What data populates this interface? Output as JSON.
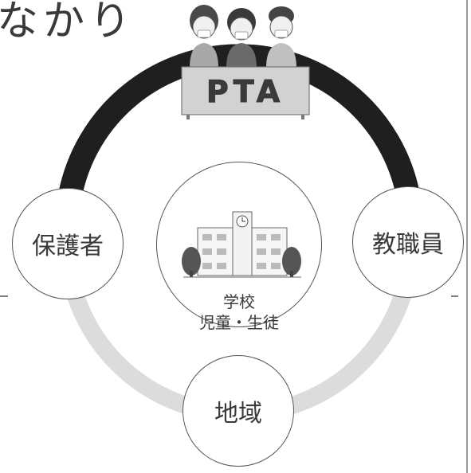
{
  "heading": "なかり",
  "banner": {
    "text": "PTA"
  },
  "nodes": {
    "left": "保護者",
    "right": "教職員",
    "bottom": "地域"
  },
  "center": {
    "line1": "学校",
    "line2": "児童・生徒"
  },
  "colors": {
    "ring_dark": "#1f1f1f",
    "ring_light": "#dcdcdc",
    "banner_fill": "#d2d2d2",
    "node_border": "#555555"
  },
  "icons": {
    "top": "people-icon",
    "center": "school-building-icon"
  }
}
